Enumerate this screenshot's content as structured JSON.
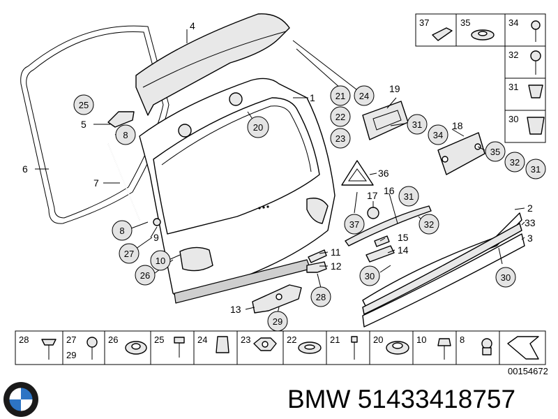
{
  "callouts": {
    "c1": "1",
    "c2": "2",
    "c3": "3",
    "c4": "4",
    "c5": "5",
    "c6": "6",
    "c7": "7",
    "c8a": "8",
    "c8b": "8",
    "c9": "9",
    "c10": "10",
    "c11": "11",
    "c12": "12",
    "c13": "13",
    "c14": "14",
    "c15": "15",
    "c16": "16",
    "c17": "17",
    "c18": "18",
    "c19": "19",
    "c20": "20",
    "c21": "21",
    "c22": "22",
    "c23": "23",
    "c24": "24",
    "c25": "25",
    "c26": "26",
    "c27": "27",
    "c28": "28",
    "c29": "29",
    "c30": "30",
    "c31a": "31",
    "c31b": "31",
    "c31c": "31",
    "c32a": "32",
    "c32b": "32",
    "c33": "33",
    "c34": "34",
    "c35": "35",
    "c36": "36",
    "c37": "37"
  },
  "side_panel": {
    "top_row": [
      "37",
      "35",
      "34"
    ],
    "column": [
      "32",
      "31",
      "30"
    ]
  },
  "legend_row": {
    "cells": [
      "28",
      "27",
      "29",
      "26",
      "25",
      "24",
      "23",
      "22",
      "21",
      "20",
      "10",
      "8"
    ]
  },
  "diagram_number": "00154672",
  "brand_line": "BMW 51433418757"
}
